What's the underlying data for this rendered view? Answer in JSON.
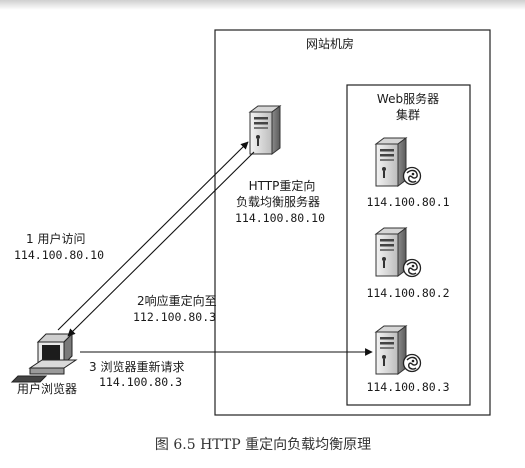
{
  "datacenter": {
    "label": "网站机房"
  },
  "lb_server": {
    "label_line1": "HTTP重定向",
    "label_line2": "负载均衡服务器",
    "ip": "114.100.80.10"
  },
  "web_cluster": {
    "label_line1": "Web服务器",
    "label_line2": "集群",
    "servers": [
      {
        "ip": "114.100.80.1"
      },
      {
        "ip": "114.100.80.2"
      },
      {
        "ip": "114.100.80.3"
      }
    ]
  },
  "client": {
    "label": "用户浏览器"
  },
  "steps": [
    {
      "label": "1 用户访问",
      "ip": "114.100.80.10"
    },
    {
      "label": "2响应重定向至",
      "ip": "112.100.80.3"
    },
    {
      "label": "3 浏览器重新请求",
      "ip": "114.100.80.3"
    }
  ],
  "caption": "图 6.5   HTTP 重定向负载均衡原理"
}
